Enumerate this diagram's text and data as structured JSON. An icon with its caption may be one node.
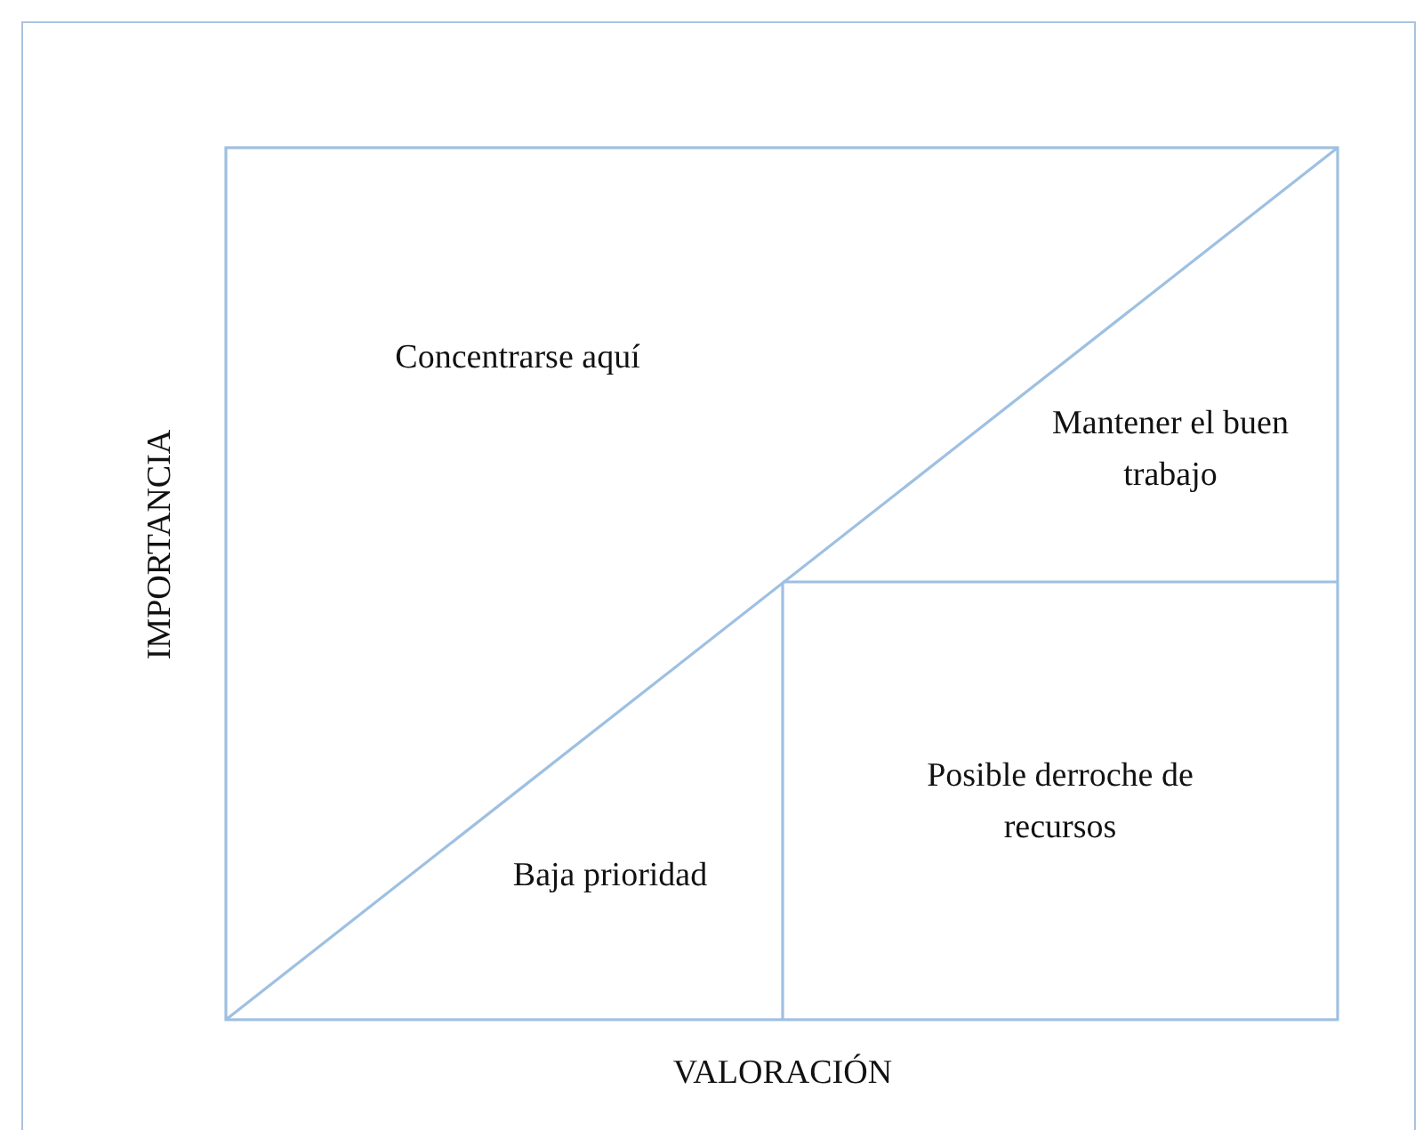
{
  "diagram": {
    "labels": [
      "Concentrarse aquí",
      "Mantener el buen trabajo",
      "IMPORTANCIA",
      "Posible derroche de recursos",
      "Baja prioridad",
      "VALORACIÓN"
    ]
  }
}
